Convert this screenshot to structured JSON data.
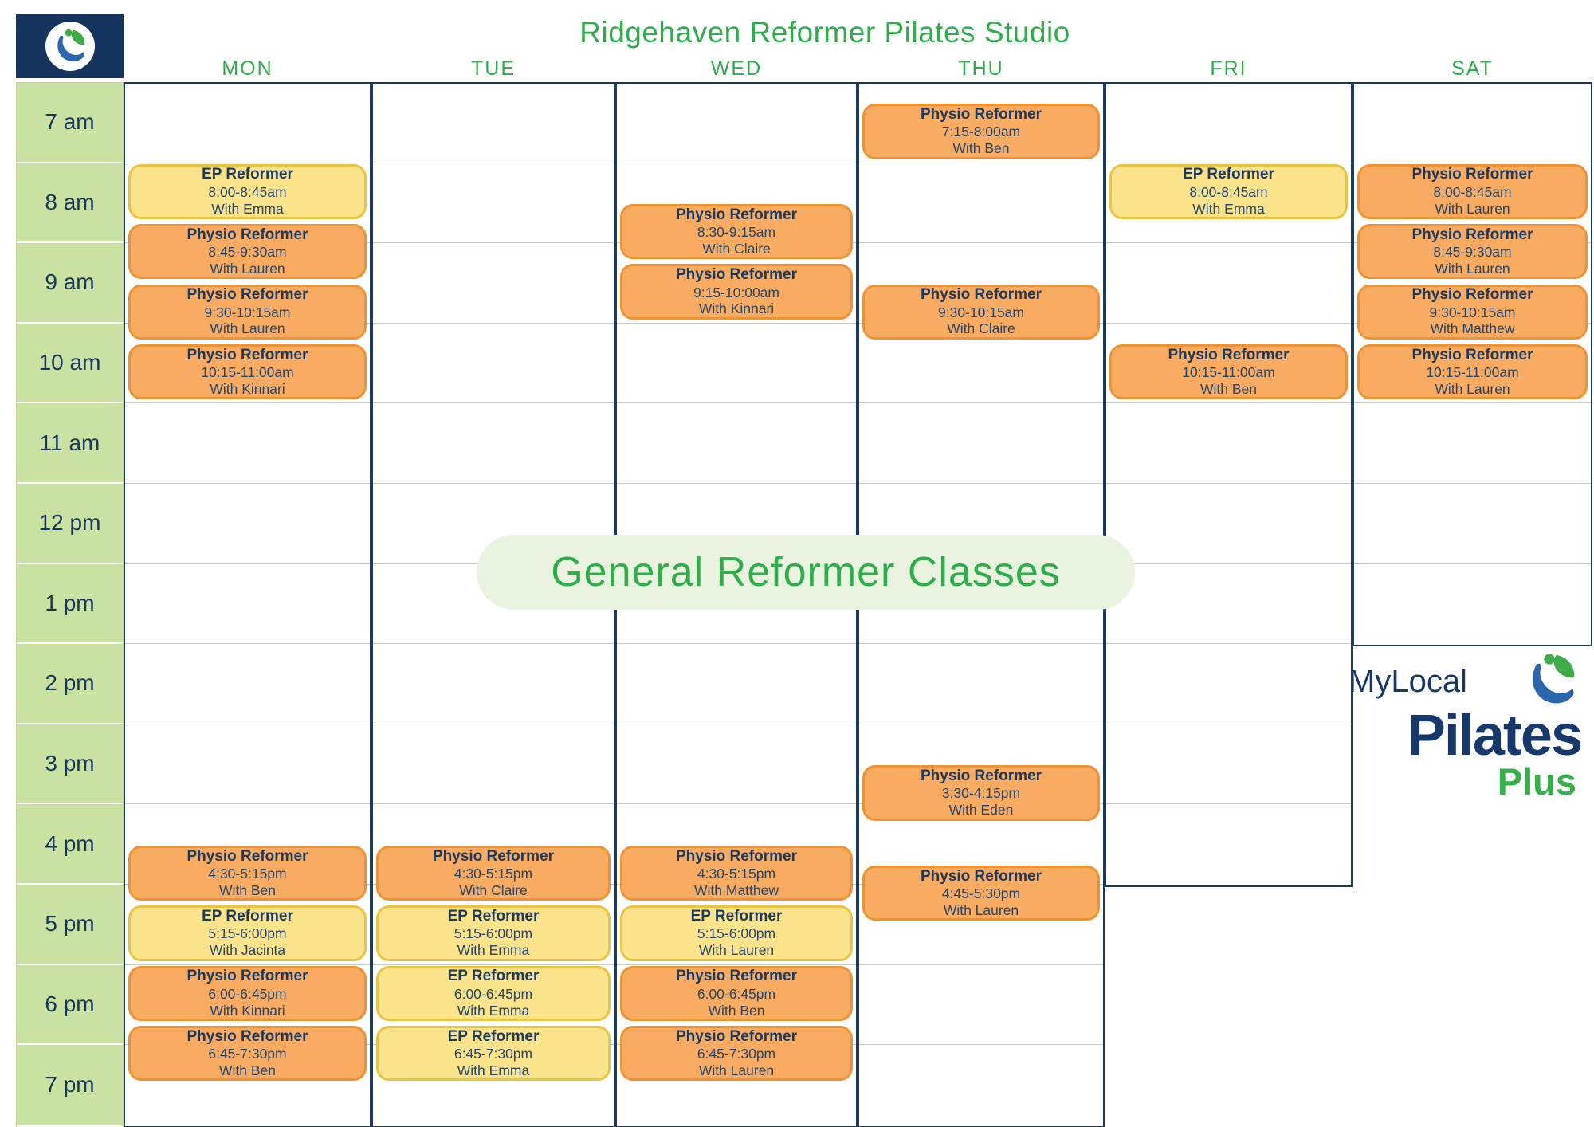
{
  "title": "Ridgehaven Reformer Pilates Studio",
  "banner": "General Reformer Classes",
  "brand": {
    "mylocal": "MyLocal",
    "pilates": "Pilates",
    "plus": "Plus"
  },
  "colors": {
    "header_green": "#2EAE4B",
    "navy": "#1C3A5E",
    "time_bg": "#C9E2A2",
    "orange_fill": "#F8AB61",
    "orange_border": "#EE9334",
    "yellow_fill": "#FBE38C",
    "yellow_border": "#E9C440",
    "banner_bg": "#E9F3DF"
  },
  "schedule": {
    "days": [
      "MON",
      "TUE",
      "WED",
      "THU",
      "FRI",
      "SAT"
    ],
    "times": [
      "7 am",
      "8 am",
      "9 am",
      "10 am",
      "11 am",
      "12 pm",
      "1 pm",
      "2 pm",
      "3 pm",
      "4 pm",
      "5 pm",
      "6 pm",
      "7 pm"
    ],
    "events": [
      {
        "day": "MON",
        "type": "EP",
        "title": "EP Reformer",
        "time": "8:00-8:45am",
        "with": "With Emma",
        "start": 1,
        "dur": 0.75
      },
      {
        "day": "MON",
        "type": "Physio",
        "title": "Physio Reformer",
        "time": "8:45-9:30am",
        "with": "With Lauren",
        "start": 1.75,
        "dur": 0.75
      },
      {
        "day": "MON",
        "type": "Physio",
        "title": "Physio Reformer",
        "time": "9:30-10:15am",
        "with": "With Lauren",
        "start": 2.5,
        "dur": 0.75
      },
      {
        "day": "MON",
        "type": "Physio",
        "title": "Physio Reformer",
        "time": "10:15-11:00am",
        "with": "With Kinnari",
        "start": 3.25,
        "dur": 0.75
      },
      {
        "day": "MON",
        "type": "Physio",
        "title": "Physio Reformer",
        "time": "4:30-5:15pm",
        "with": "With Ben",
        "start": 9.5,
        "dur": 0.75
      },
      {
        "day": "MON",
        "type": "EP",
        "title": "EP Reformer",
        "time": "5:15-6:00pm",
        "with": "With Jacinta",
        "start": 10.25,
        "dur": 0.75
      },
      {
        "day": "MON",
        "type": "Physio",
        "title": "Physio Reformer",
        "time": "6:00-6:45pm",
        "with": "With Kinnari",
        "start": 11,
        "dur": 0.75
      },
      {
        "day": "MON",
        "type": "Physio",
        "title": "Physio Reformer",
        "time": "6:45-7:30pm",
        "with": "With Ben",
        "start": 11.75,
        "dur": 0.75
      },
      {
        "day": "TUE",
        "type": "Physio",
        "title": "Physio Reformer",
        "time": "4:30-5:15pm",
        "with": "With Claire",
        "start": 9.5,
        "dur": 0.75
      },
      {
        "day": "TUE",
        "type": "EP",
        "title": "EP Reformer",
        "time": "5:15-6:00pm",
        "with": "With Emma",
        "start": 10.25,
        "dur": 0.75
      },
      {
        "day": "TUE",
        "type": "EP",
        "title": "EP Reformer",
        "time": "6:00-6:45pm",
        "with": "With Emma",
        "start": 11,
        "dur": 0.75
      },
      {
        "day": "TUE",
        "type": "EP",
        "title": "EP Reformer",
        "time": "6:45-7:30pm",
        "with": "With Emma",
        "start": 11.75,
        "dur": 0.75
      },
      {
        "day": "WED",
        "type": "Physio",
        "title": "Physio Reformer",
        "time": "8:30-9:15am",
        "with": "With Claire",
        "start": 1.5,
        "dur": 0.75
      },
      {
        "day": "WED",
        "type": "Physio",
        "title": "Physio Reformer",
        "time": "9:15-10:00am",
        "with": "With Kinnari",
        "start": 2.25,
        "dur": 0.75
      },
      {
        "day": "WED",
        "type": "Physio",
        "title": "Physio Reformer",
        "time": "4:30-5:15pm",
        "with": "With Matthew",
        "start": 9.5,
        "dur": 0.75
      },
      {
        "day": "WED",
        "type": "EP",
        "title": "EP Reformer",
        "time": "5:15-6:00pm",
        "with": "With Lauren",
        "start": 10.25,
        "dur": 0.75
      },
      {
        "day": "WED",
        "type": "Physio",
        "title": "Physio Reformer",
        "time": "6:00-6:45pm",
        "with": "With Ben",
        "start": 11,
        "dur": 0.75
      },
      {
        "day": "WED",
        "type": "Physio",
        "title": "Physio Reformer",
        "time": "6:45-7:30pm",
        "with": "With Lauren",
        "start": 11.75,
        "dur": 0.75
      },
      {
        "day": "THU",
        "type": "Physio",
        "title": "Physio Reformer",
        "time": "7:15-8:00am",
        "with": "With Ben",
        "start": 0.25,
        "dur": 0.75
      },
      {
        "day": "THU",
        "type": "Physio",
        "title": "Physio Reformer",
        "time": "9:30-10:15am",
        "with": "With Claire",
        "start": 2.5,
        "dur": 0.75
      },
      {
        "day": "THU",
        "type": "Physio",
        "title": "Physio Reformer",
        "time": "3:30-4:15pm",
        "with": "With Eden",
        "start": 8.5,
        "dur": 0.75
      },
      {
        "day": "THU",
        "type": "Physio",
        "title": "Physio Reformer",
        "time": "4:45-5:30pm",
        "with": "With Lauren",
        "start": 9.75,
        "dur": 0.75
      },
      {
        "day": "FRI",
        "type": "EP",
        "title": "EP Reformer",
        "time": "8:00-8:45am",
        "with": "With Emma",
        "start": 1,
        "dur": 0.75
      },
      {
        "day": "FRI",
        "type": "Physio",
        "title": "Physio Reformer",
        "time": "10:15-11:00am",
        "with": "With Ben",
        "start": 3.25,
        "dur": 0.75
      },
      {
        "day": "SAT",
        "type": "Physio",
        "title": "Physio Reformer",
        "time": "8:00-8:45am",
        "with": "With Lauren",
        "start": 1,
        "dur": 0.75
      },
      {
        "day": "SAT",
        "type": "Physio",
        "title": "Physio Reformer",
        "time": "8:45-9:30am",
        "with": "With Lauren",
        "start": 1.75,
        "dur": 0.75
      },
      {
        "day": "SAT",
        "type": "Physio",
        "title": "Physio Reformer",
        "time": "9:30-10:15am",
        "with": "With Matthew",
        "start": 2.5,
        "dur": 0.75
      },
      {
        "day": "SAT",
        "type": "Physio",
        "title": "Physio Reformer",
        "time": "10:15-11:00am",
        "with": "With Lauren",
        "start": 3.25,
        "dur": 0.75
      }
    ]
  }
}
